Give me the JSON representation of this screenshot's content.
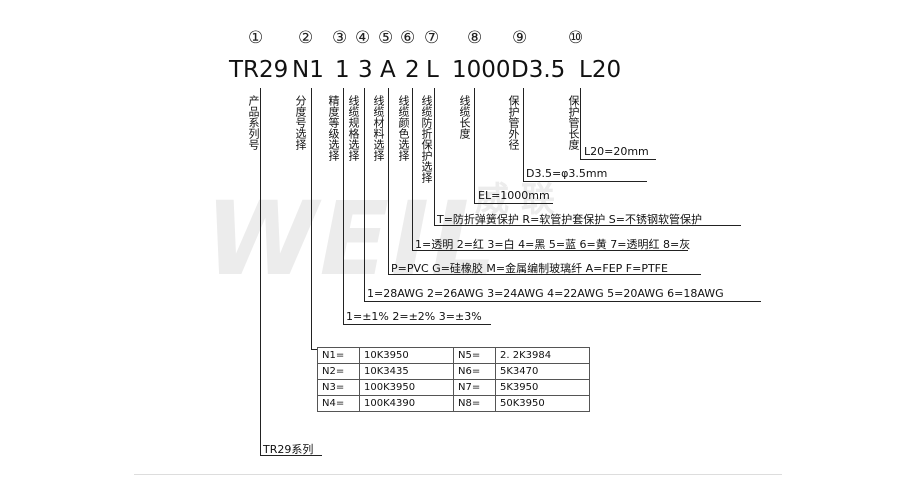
{
  "watermark": {
    "text": "WEIL",
    "cn": "威 联"
  },
  "numbers": [
    "①",
    "②",
    "③",
    "④",
    "⑤",
    "⑥",
    "⑦",
    "⑧",
    "⑨",
    "⑩"
  ],
  "code_parts": [
    "TR29",
    "N1",
    "1",
    "3",
    "A",
    "2",
    "L",
    "1000",
    "D3.5",
    "L20"
  ],
  "field_names": {
    "product_series": "产品系列号",
    "division_no": "分度号选择",
    "accuracy": "精度等级选择",
    "wire_gauge": "线缆规格选择",
    "wire_material": "线缆材料选择",
    "wire_color": "线缆颜色选择",
    "bend_protection": "线缆防折保护选择",
    "wire_length": "线缆长度",
    "tube_od": "保护管外径",
    "tube_length": "保护管长度"
  },
  "options": {
    "tube_length": "L20=20mm",
    "tube_od": "D3.5=φ3.5mm",
    "wire_length": "EL=1000mm",
    "bend_protection": "T=防折弹簧保护 R=软管护套保护 S=不锈钢软管保护",
    "wire_color": "1=透明 2=红 3=白 4=黑 5=蓝 6=黄 7=透明红 8=灰",
    "wire_material": "P=PVC G=硅橡胶 M=金属编制玻璃纤 A=FEP F=PTFE",
    "wire_gauge": "1=28AWG 2=26AWG 3=24AWG 4=22AWG 5=20AWG 6=18AWG",
    "accuracy": "1=±1% 2=±2% 3=±3%",
    "product_series": "TR29系列"
  },
  "division_table": [
    [
      "N1=",
      "10K3950",
      "N5=",
      "2. 2K3984"
    ],
    [
      "N2=",
      "10K3435",
      "N6=",
      "5K3470"
    ],
    [
      "N3=",
      "100K3950",
      "N7=",
      "5K3950"
    ],
    [
      "N4=",
      "100K4390",
      "N8=",
      "50K3950"
    ]
  ]
}
